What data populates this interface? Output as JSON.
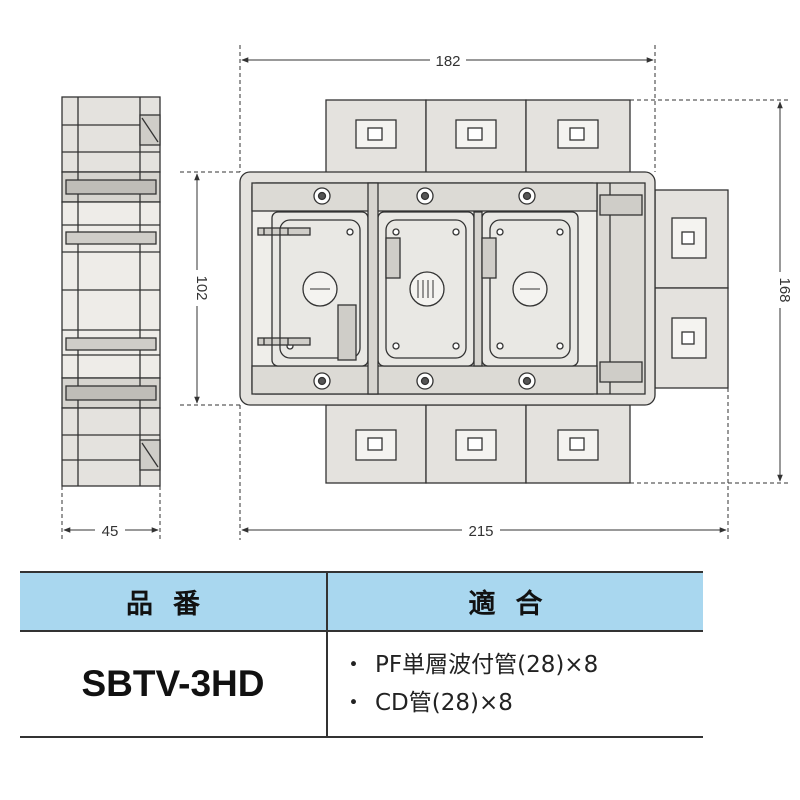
{
  "dimensions": {
    "width_182": "182",
    "height_102": "102",
    "height_168": "168",
    "depth_45": "45",
    "width_215": "215"
  },
  "table": {
    "header_model": "品番",
    "header_compat": "適合",
    "model": "SBTV-3HD",
    "compat_items": [
      {
        "bullet": "・",
        "text": "PF単層波付管(28)×8"
      },
      {
        "bullet": "・",
        "text": "CD管(28)×8"
      }
    ]
  },
  "colors": {
    "header_bg": "#a9d7ef",
    "box_fill": "#e4e2de",
    "line": "#333333"
  }
}
